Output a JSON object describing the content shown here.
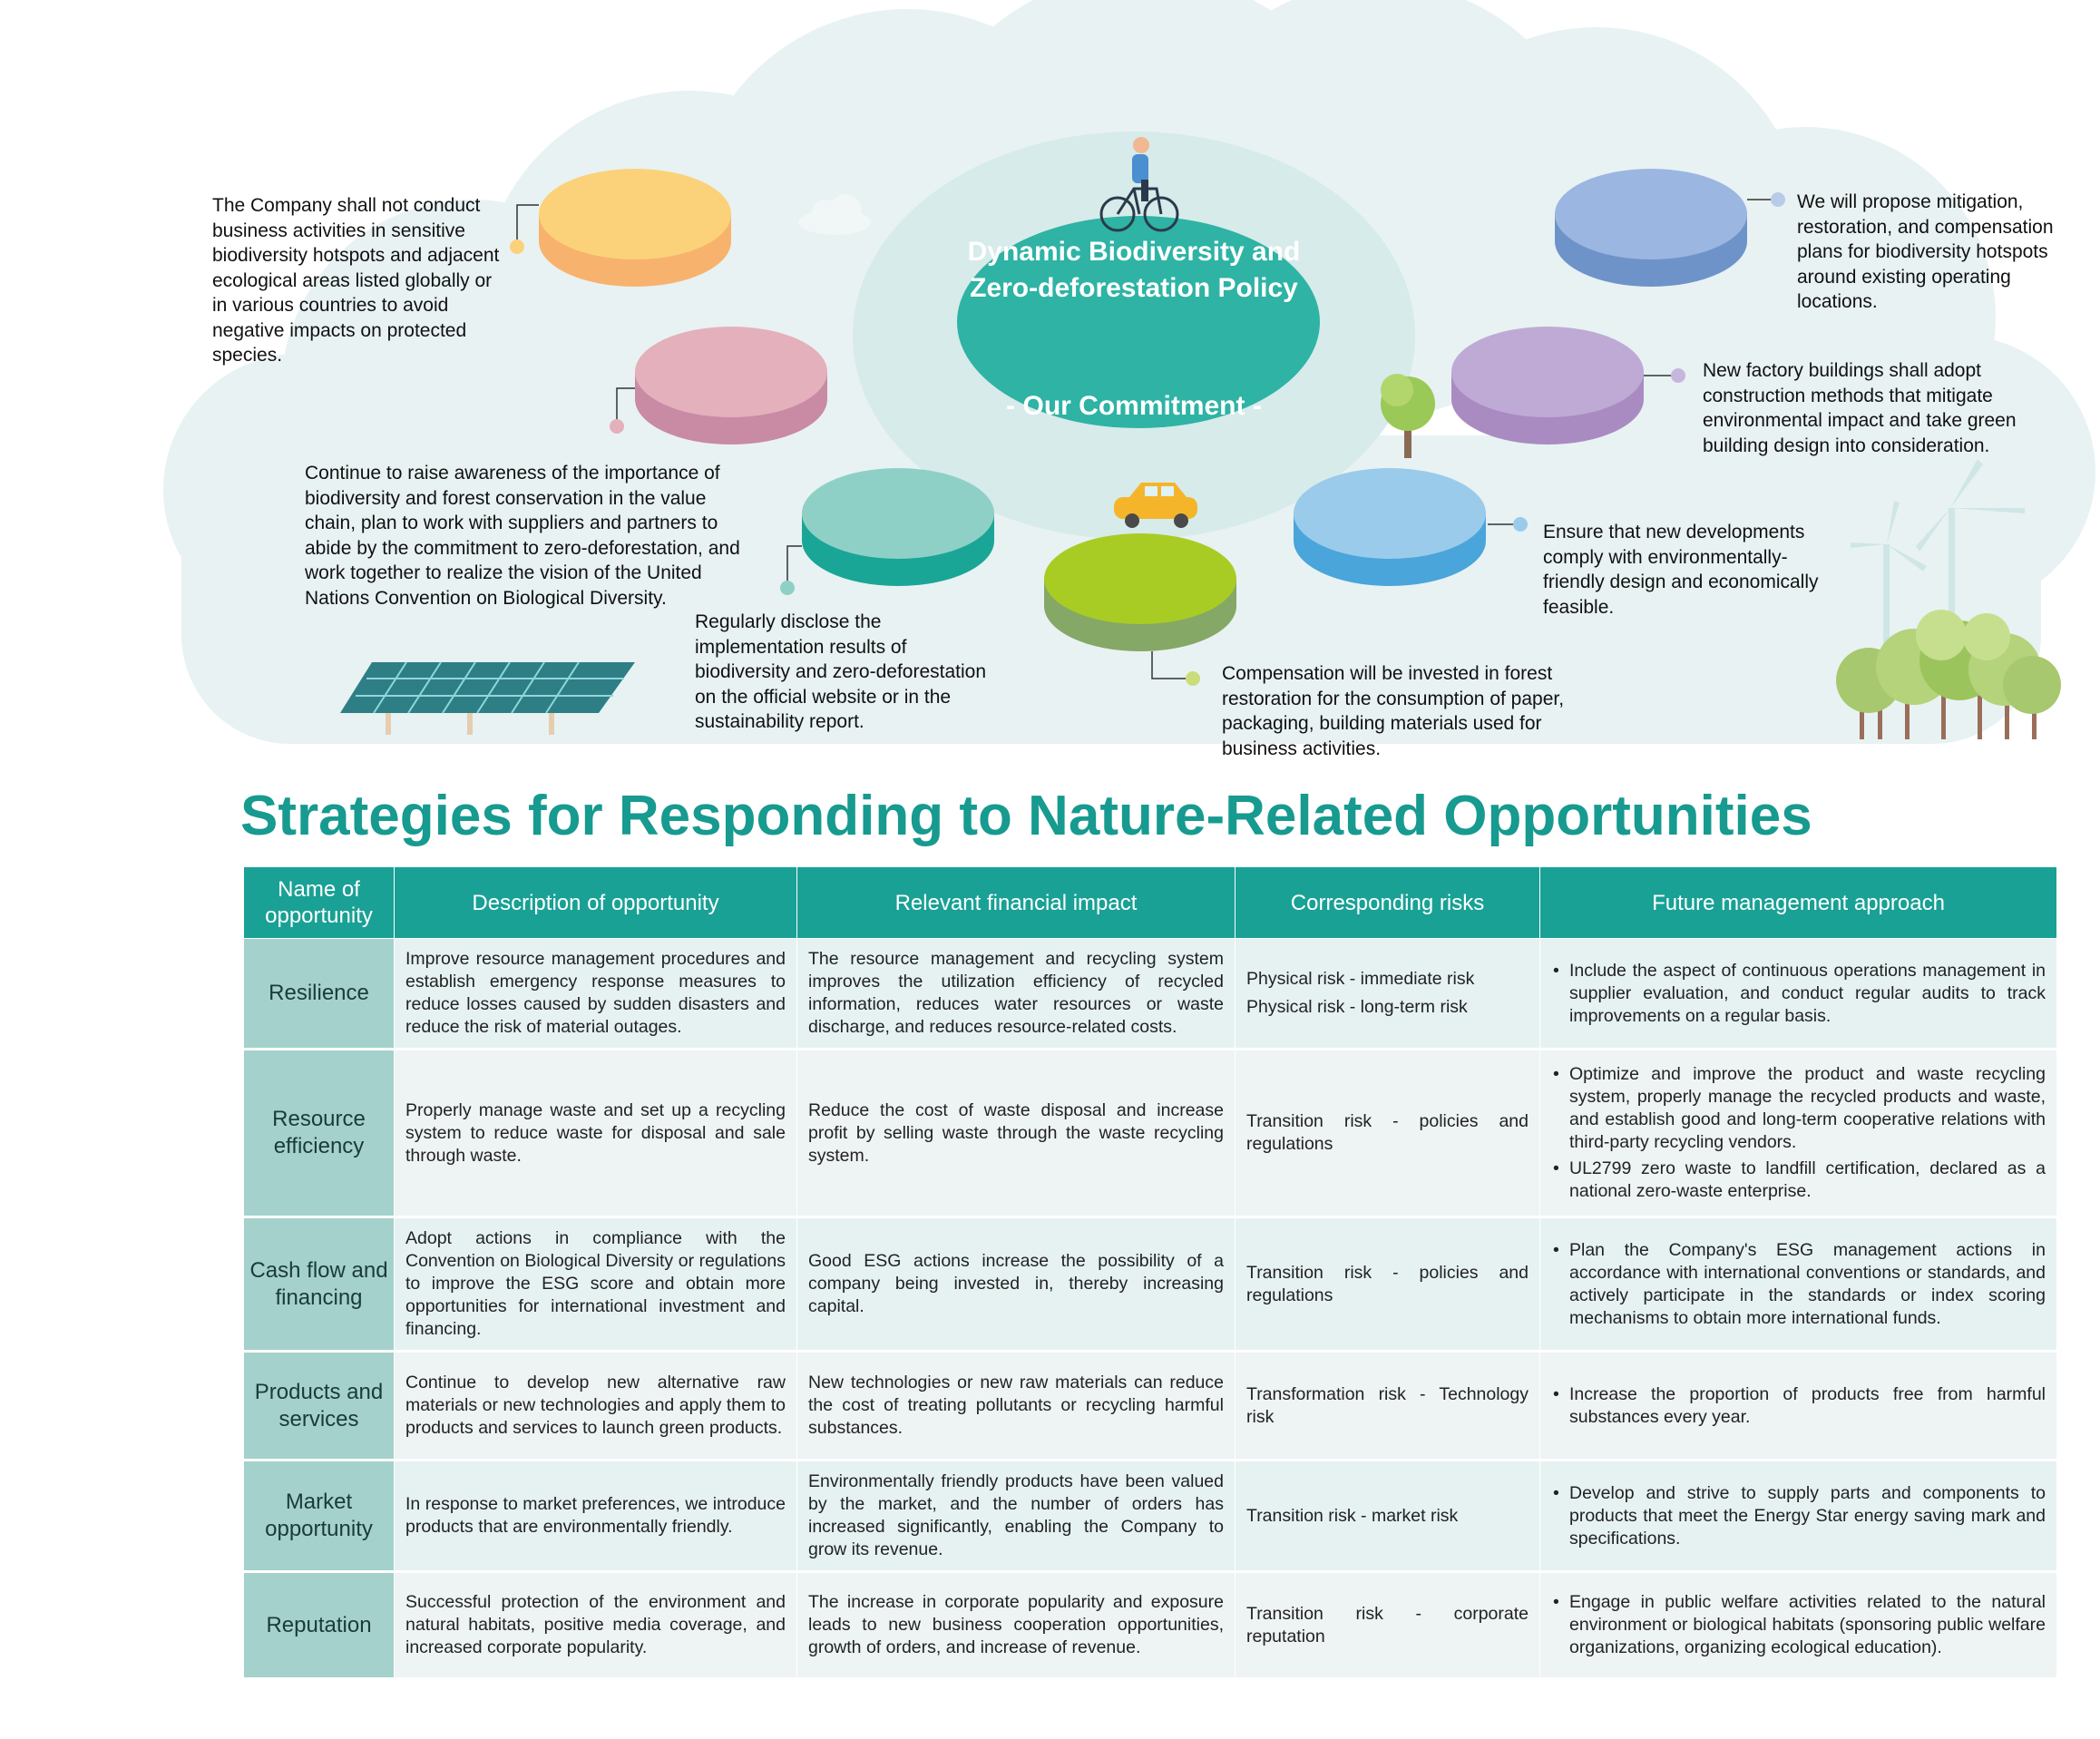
{
  "policy": {
    "title": "Dynamic Biodiversity and Zero-deforestation Policy",
    "subtitle": "- Our Commitment -",
    "items": [
      {
        "color": "#f7cb6a",
        "text": "The Company shall not conduct business activities in sensitive biodiversity hotspots and adjacent ecological areas listed globally or in various countries to avoid negative impacts on protected species."
      },
      {
        "color": "#e3a9b6",
        "text": "Continue to raise awareness of the importance of biodiversity and forest conservation in the value chain, plan to work with suppliers and partners to abide by the commitment to zero-deforestation, and work together to realize the vision of the United Nations Convention on Biological Diversity."
      },
      {
        "color": "#8fd0c7",
        "text": "Regularly disclose the implementation results of biodiversity and zero-deforestation on the official website or in the sustainability report."
      },
      {
        "color": "#a7c82a",
        "text": "Compensation will be invested in forest restoration for the consumption of paper, packaging, building materials used for business activities."
      },
      {
        "color": "#99caea",
        "text": "Ensure that new developments comply with environmentally-friendly design and economically feasible."
      },
      {
        "color": "#bea8d3",
        "text": "New factory buildings shall adopt construction methods that mitigate environmental impact and take green building design into consideration."
      },
      {
        "color": "#9ab5e0",
        "text": "We will propose mitigation, restoration, and compensation plans for biodiversity hotspots around existing operating locations."
      }
    ]
  },
  "heading": "Strategies for Responding to Nature-Related Opportunities",
  "table": {
    "headers": [
      "Name of opportunity",
      "Description of opportunity",
      "Relevant financial impact",
      "Corresponding risks",
      "Future management approach"
    ],
    "rows": [
      {
        "name": "Resilience",
        "description": "Improve resource management procedures and establish emergency response measures to reduce losses caused by sudden disasters and reduce the risk of material outages.",
        "impact": "The resource management and recycling system improves the utilization efficiency of recycled information, reduces water resources or waste discharge, and reduces resource-related costs.",
        "risks": [
          "Physical risk - immediate risk",
          "Physical risk - long-term risk"
        ],
        "approach": [
          "Include the aspect of continuous operations management in supplier evaluation, and conduct regular audits to track improvements on a regular basis."
        ]
      },
      {
        "name": "Resource efficiency",
        "description": "Properly manage waste and set up a recycling system to reduce waste for disposal and sale through waste.",
        "impact": "Reduce the cost of waste disposal and increase profit by selling waste through the waste recycling system.",
        "risks": [
          "Transition risk - policies and regulations"
        ],
        "approach": [
          "Optimize and improve the product and waste recycling system, properly manage the recycled products and waste, and establish good and long-term cooperative relations with third-party recycling vendors.",
          "UL2799 zero waste to landfill certification, declared as a national zero-waste enterprise."
        ]
      },
      {
        "name": "Cash flow and financing",
        "description": "Adopt actions in compliance with the Convention on Biological Diversity or regulations to improve the ESG score and obtain more opportunities for international investment and financing.",
        "impact": "Good ESG actions increase the possibility of a company being invested in, thereby increasing capital.",
        "risks": [
          "Transition risk - policies and regulations"
        ],
        "approach": [
          "Plan the Company's ESG management actions in accordance with international conventions or standards, and actively participate in the standards or index scoring mechanisms to obtain more international funds."
        ]
      },
      {
        "name": "Products and services",
        "description": "Continue to develop new alternative raw materials or new technologies and apply them to products and services to launch green products.",
        "impact": "New technologies or new raw materials can reduce the cost of treating pollutants or recycling harmful substances.",
        "risks": [
          "Transformation risk - Technology risk"
        ],
        "approach": [
          "Increase the proportion of products free from harmful substances every year."
        ]
      },
      {
        "name": "Market opportunity",
        "description": "In response to market preferences, we introduce products that are environmentally friendly.",
        "impact": "Environmentally friendly products have been valued by the market, and the number of orders has increased significantly, enabling the Company to grow its revenue.",
        "risks": [
          "Transition risk - market risk"
        ],
        "approach": [
          "Develop and strive to supply parts and components to products that meet the Energy Star energy saving mark and specifications."
        ]
      },
      {
        "name": "Reputation",
        "description": "Successful protection of the environment and natural habitats, positive media coverage, and increased corporate popularity.",
        "impact": "The increase in corporate popularity and exposure leads to new business cooperation opportunities, growth of orders, and increase of revenue.",
        "risks": [
          "Transition risk - corporate reputation"
        ],
        "approach": [
          "Engage in public welfare activities related to the natural environment or biological habitats (sponsoring public welfare organizations, organizing ecological education)."
        ]
      }
    ]
  }
}
